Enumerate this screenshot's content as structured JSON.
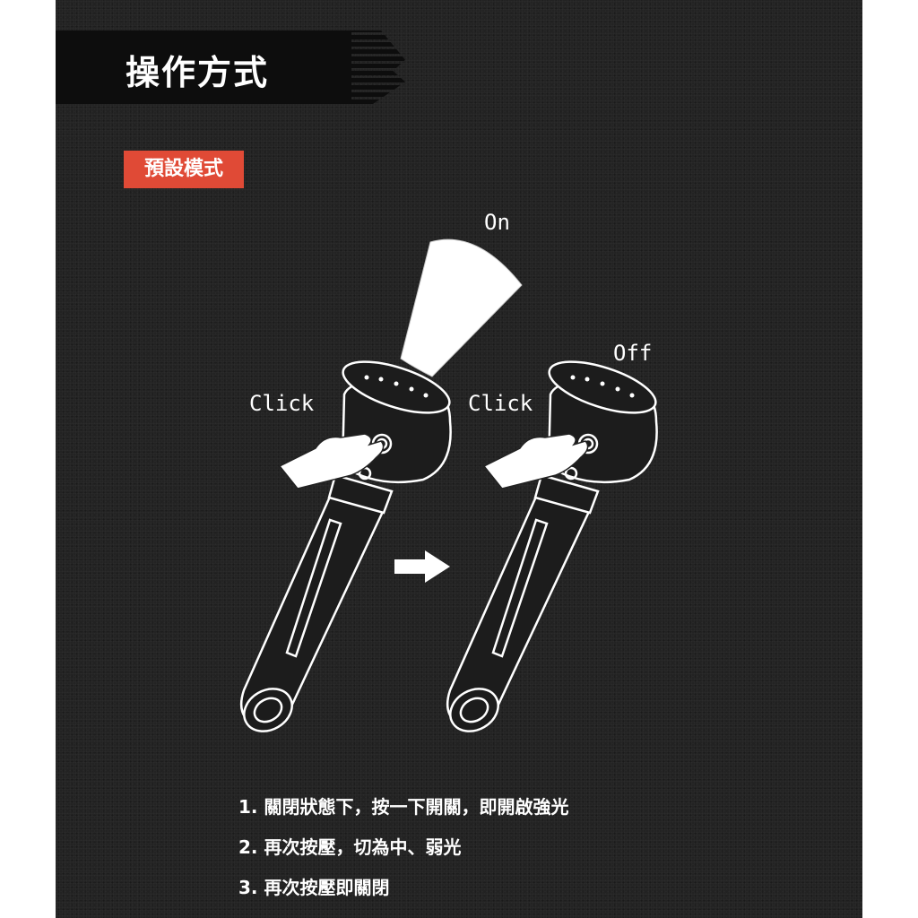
{
  "header": {
    "title": "操作方式"
  },
  "mode": {
    "label": "預設模式"
  },
  "diagram": {
    "on_label": "On",
    "off_label": "Off",
    "click_label_left": "Click",
    "click_label_right": "Click"
  },
  "instructions": [
    "1. 關閉狀態下，按一下開關，即開啟強光",
    "2. 再次按壓，切為中、弱光",
    "3. 再次按壓即關閉"
  ]
}
